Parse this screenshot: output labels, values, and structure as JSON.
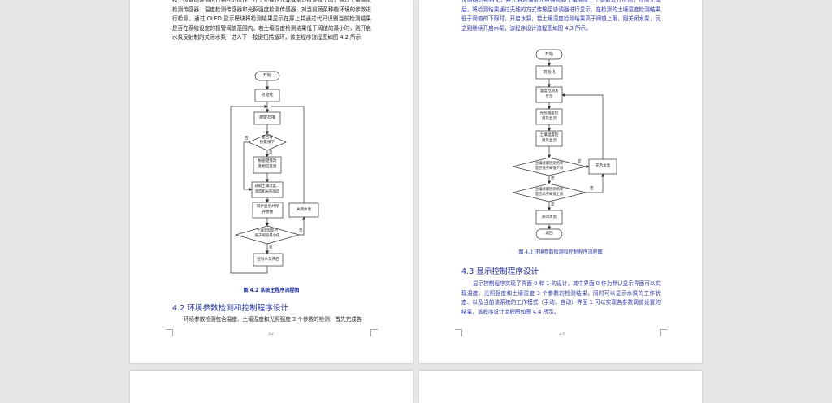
{
  "page22": {
    "intro": "按下按键的键值执行相应的操作，在上述操作完成或未有按键按下时，通过土壤湿度检测传感器、温度检测传感器和光照强度检测传感器，对当前蔬菜种植环境的参数进行检测，通过 OLED 显示模块将检测结果显示在屏上并通过代码识别当前检测结果是否在系统设定的报警阈值范围内，若土壤湿度检测结果低于阈值的最小时，则开启水泵反射制的关闭水泵，进入下一按键扫描循环，该主程序流程图如图 4.2 所示",
    "flow": {
      "start": "开始",
      "init": "初始化",
      "scan": "按键扫描",
      "decision1": [
        "是否有",
        "按键按下"
      ],
      "no1": "否",
      "yes1": "是",
      "act": [
        "根据键值改",
        "变相应变量"
      ],
      "detect": [
        "获取土壤湿度、",
        "温度和光照强度"
      ],
      "sync": [
        "同步显示并保",
        "存参数"
      ],
      "decision2": [
        "土壤湿度是否",
        "低于阈值最小值"
      ],
      "yes2": "是",
      "no2": "否",
      "close_pump": "关闭水泵",
      "ctrl_pump": "控制水泵开启"
    },
    "caption": "图 4.2  系统主程序流程图",
    "heading": "4.2  环境参数检测和控制程序设计",
    "body": "环境参数检测包含温度、土壤湿度和光照强度 3 个参数的检测，首先完成各",
    "page_number": "22"
  },
  "page23": {
    "intro": "传感器的初始化，并先后对温度光照强度和土壤湿度三个参数进行检测，检测完成后，将检测结果通过无线的方式传输至协调器进行显示。在检测的土壤湿度检测结果低于阈值的下限时，开启水泵，若土壤湿度检测结果高于阈值上限，则关闭水泵，反之则继续开启水泵，该程序设计流程图如图 4.3 所示。",
    "flow": {
      "start": "开始",
      "init": "初始化",
      "temp": [
        "温度检测及",
        "显示"
      ],
      "light": [
        "光照强度检",
        "测及显示"
      ],
      "soil": [
        "土壤湿度检",
        "测及显示"
      ],
      "decision1": [
        "土壤湿度检测结果",
        "是否低于阈值下限"
      ],
      "yes1": "是",
      "no1": "否",
      "open_pump": "开启水泵",
      "decision2": [
        "土壤湿度检测结果",
        "是否高于阈值上限"
      ],
      "yes2": "是",
      "no2": "否",
      "close_pump": "关闭水泵",
      "end": "返回"
    },
    "caption": "图 4.3  环境参数检测和控制程序流程图",
    "heading": "4.3  显示控制程序设计",
    "body": "显示控制程序实现了界面 0 和 1 的设计，其中界面 0 作为默认显示界面可以实现温度、光照强度和土壤湿度 3 个参数的检测结果，同时可以显示水泵的工作状态、以及当前该系统的工作模式（手动、自动）界面 1 可以实现各参数阈值设置的结果，该程序设计流程图如图 4.4 所示。",
    "page_number": "23"
  }
}
